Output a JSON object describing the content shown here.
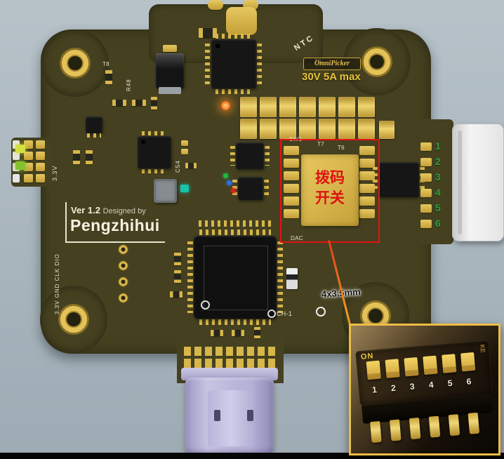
{
  "colors": {
    "background": "#a9b5bd",
    "board": "#454120",
    "gold": "#d7b64a",
    "chip_black": "#161616",
    "annotation_red": "#e41212",
    "silkscreen": "#e4dfcc",
    "pin_green": "#2da03a",
    "usb_lavender": "#b3afd6",
    "inset_border": "#eebd45",
    "callout_orange": "#f0a828"
  },
  "silkscreen": {
    "ver": "Ver 1.2",
    "designed_by": "Designed by",
    "designer": "Pengzhihui",
    "rail": "3.3V",
    "debug_pins": "3.3V GND CLK DIO",
    "ntc": "NTC",
    "sw1": "SW1",
    "t6_top": "T6",
    "t6": "T6",
    "t7": "T7",
    "t8": "T8",
    "r48": "R48",
    "c54": "C54",
    "dac": "DAC",
    "ch1": "CH-1"
  },
  "branding": {
    "omnipicker": "OmniPicker",
    "rating": "30V 5A max"
  },
  "annotations": {
    "dip_label_line1": "拨码",
    "dip_label_line2": "开关",
    "dimension": "4x3.5mm"
  },
  "right_connector": {
    "pins": [
      "1",
      "2",
      "3",
      "4",
      "5",
      "6"
    ]
  },
  "inset": {
    "on": "ON",
    "ke": "KE",
    "pins": [
      "1",
      "2",
      "3",
      "4",
      "5",
      "6"
    ]
  }
}
